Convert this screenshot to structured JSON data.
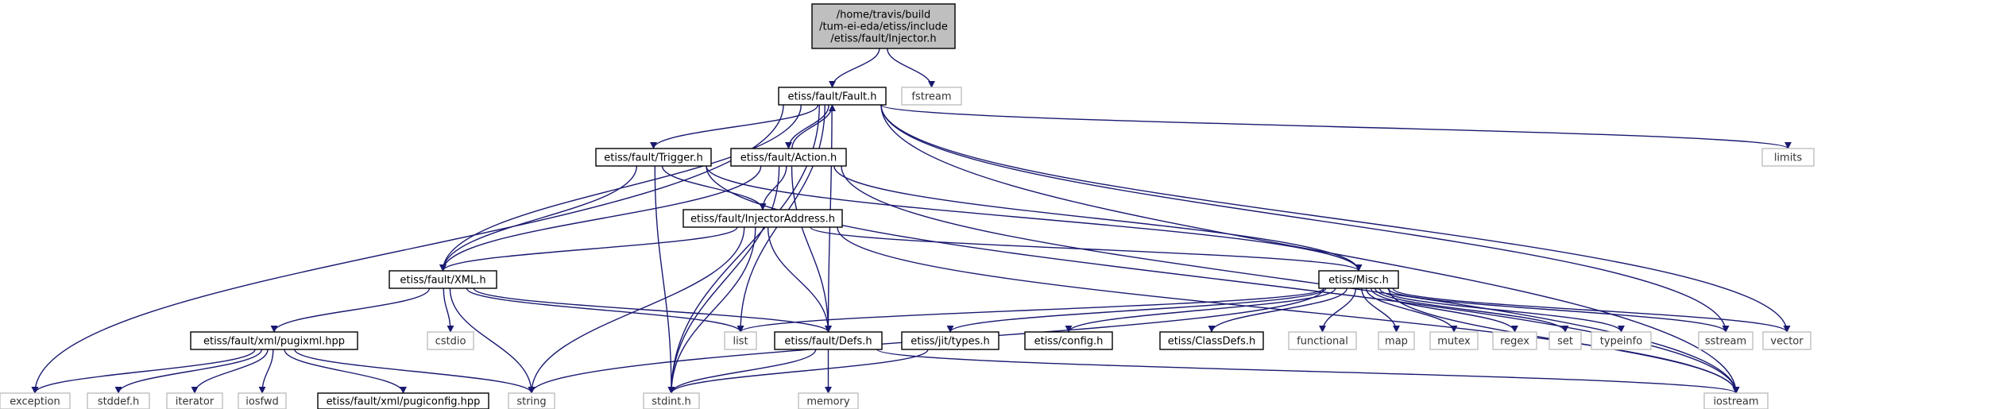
{
  "graph": {
    "nodes": {
      "root": [
        "/home/travis/build",
        "/tum-ei-eda/etiss/include",
        "/etiss/fault/Injector.h"
      ],
      "fault_h": [
        "etiss/fault/Fault.h"
      ],
      "fstream": [
        "fstream"
      ],
      "trigger_h": [
        "etiss/fault/Trigger.h"
      ],
      "action_h": [
        "etiss/fault/Action.h"
      ],
      "limits": [
        "limits"
      ],
      "injaddr_h": [
        "etiss/fault/InjectorAddress.h"
      ],
      "xml_h": [
        "etiss/fault/XML.h"
      ],
      "misc_h": [
        "etiss/Misc.h"
      ],
      "cstdio": [
        "cstdio"
      ],
      "pugixml_hpp": [
        "etiss/fault/xml/pugixml.hpp"
      ],
      "list": [
        "list"
      ],
      "defs_h": [
        "etiss/fault/Defs.h"
      ],
      "jit_types_h": [
        "etiss/jit/types.h"
      ],
      "config_h": [
        "etiss/config.h"
      ],
      "classdefs_h": [
        "etiss/ClassDefs.h"
      ],
      "functional": [
        "functional"
      ],
      "map": [
        "map"
      ],
      "mutex": [
        "mutex"
      ],
      "regex": [
        "regex"
      ],
      "set": [
        "set"
      ],
      "typeinfo": [
        "typeinfo"
      ],
      "sstream": [
        "sstream"
      ],
      "vector": [
        "vector"
      ],
      "exception": [
        "exception"
      ],
      "stddef_h": [
        "stddef.h"
      ],
      "iterator": [
        "iterator"
      ],
      "iosfwd": [
        "iosfwd"
      ],
      "pugiconfig_hpp": [
        "etiss/fault/xml/pugiconfig.hpp"
      ],
      "string": [
        "string"
      ],
      "stdint_h": [
        "stdint.h"
      ],
      "memory": [
        "memory"
      ],
      "iostream": [
        "iostream"
      ]
    }
  },
  "colors": {
    "edge": "#191970",
    "root_fill": "#bfbfbf",
    "external_border": "#bfbfbf",
    "documented_border": "#000000"
  }
}
